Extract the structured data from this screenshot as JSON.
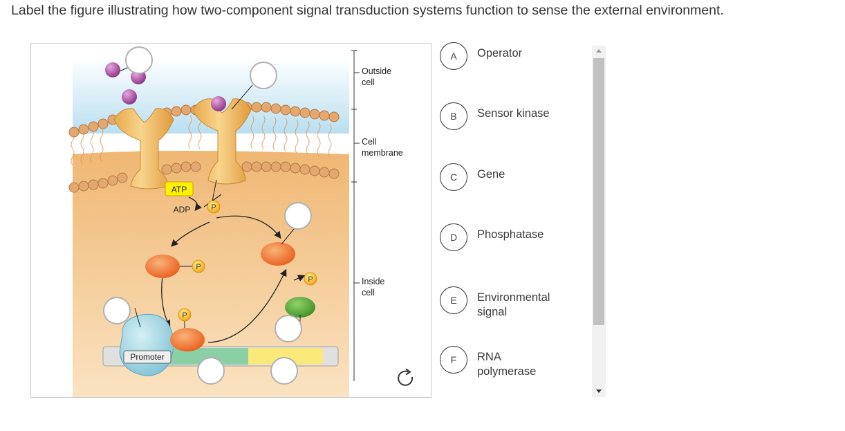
{
  "prompt": "Label the figure illustrating how two-component signal transduction systems function to sense the external environment.",
  "figure": {
    "region_labels": {
      "outside_line1": "Outside",
      "outside_line2": "cell",
      "membrane_line1": "Cell",
      "membrane_line2": "membrane",
      "inside_line1": "Inside",
      "inside_line2": "cell"
    },
    "atp": "ATP",
    "adp": "ADP",
    "phosphate": "P",
    "promoter": "Promoter"
  },
  "choices": [
    {
      "letter": "A",
      "line1": "Operator",
      "line2": ""
    },
    {
      "letter": "B",
      "line1": "Sensor kinase",
      "line2": ""
    },
    {
      "letter": "C",
      "line1": "Gene",
      "line2": ""
    },
    {
      "letter": "D",
      "line1": "Phosphatase",
      "line2": ""
    },
    {
      "letter": "E",
      "line1": "Environmental",
      "line2": "signal"
    },
    {
      "letter": "F",
      "line1": "RNA",
      "line2": "polymerase"
    }
  ],
  "colors": {
    "membrane_head": "#e2a870",
    "receptor": "#f3c26a",
    "ligand": "#a6509e",
    "response_regulator": "#ef7d2c",
    "phosphatase_protein": "#5aa83a",
    "phosphate": "#f7b51c",
    "rna_polymerase": "#a6d7e3",
    "dna_green": "#8bd0a4",
    "dna_yellow": "#f9e87a",
    "cytoplasm": "#f5c98a"
  },
  "icons": {
    "reset": "redo-icon",
    "scroll_up": "triangle-up-icon",
    "scroll_down": "triangle-down-icon"
  }
}
